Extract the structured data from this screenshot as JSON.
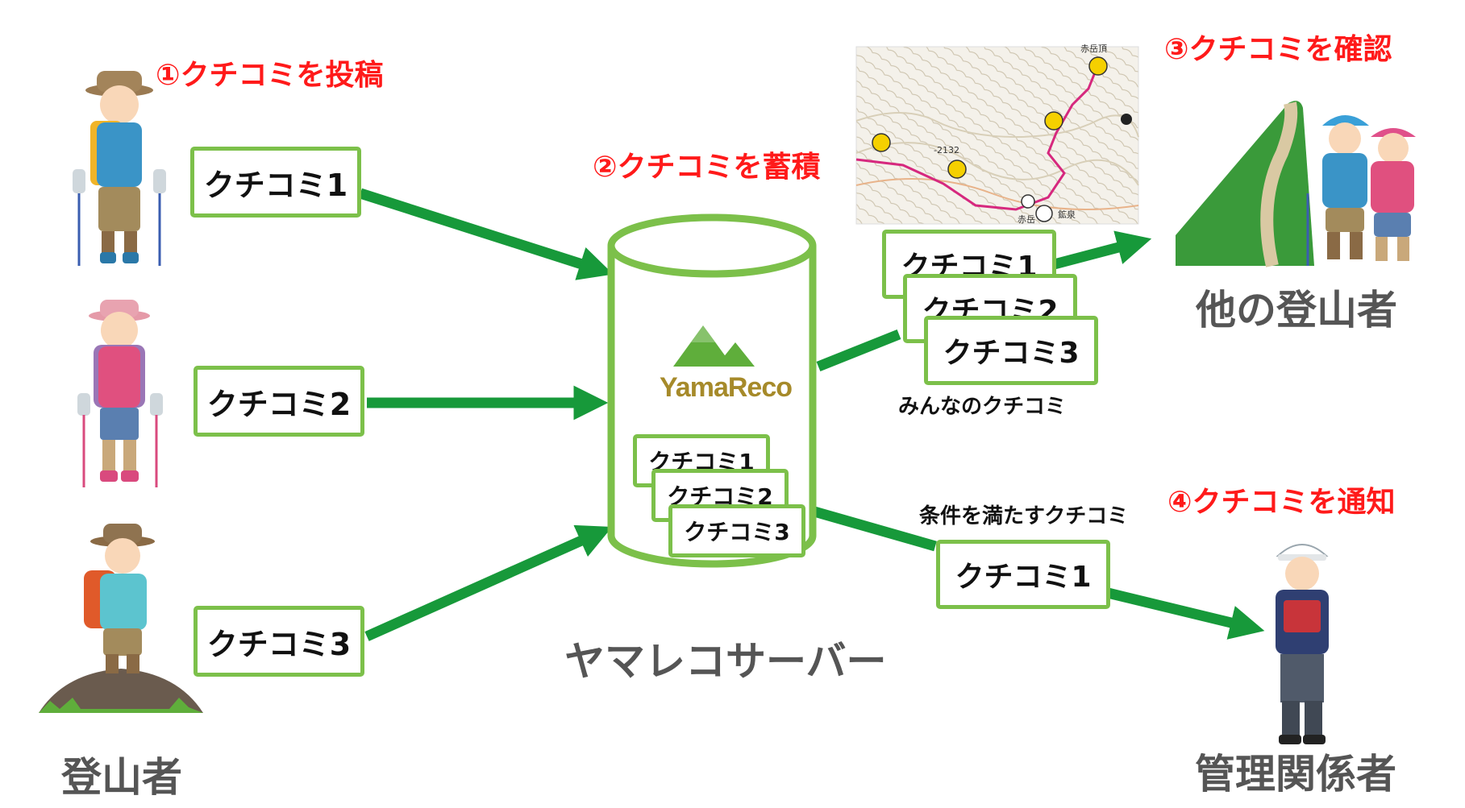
{
  "steps": {
    "post": "①クチコミを投稿",
    "store": "②クチコミを蓄積",
    "check": "③クチコミを確認",
    "notify": "④クチコミを通知"
  },
  "labels": {
    "hikers": "登山者",
    "server": "ヤマレコサーバー",
    "other_hikers": "他の登山者",
    "managers": "管理関係者",
    "everyone": "みんなのクチコミ",
    "condition": "条件を満たすクチコミ"
  },
  "logo": {
    "text": "YamaReco"
  },
  "reviews": [
    "クチコミ1",
    "クチコミ2",
    "クチコミ3"
  ],
  "map_labels": [
    "赤岳頂",
    "-2132",
    "赤岳",
    "鉱泉"
  ],
  "colors": {
    "box_border": "#7cc04a",
    "arrow": "#17993a",
    "step_text": "#ff1a1a",
    "label_text": "#555555",
    "map_route": "#d6287e"
  }
}
